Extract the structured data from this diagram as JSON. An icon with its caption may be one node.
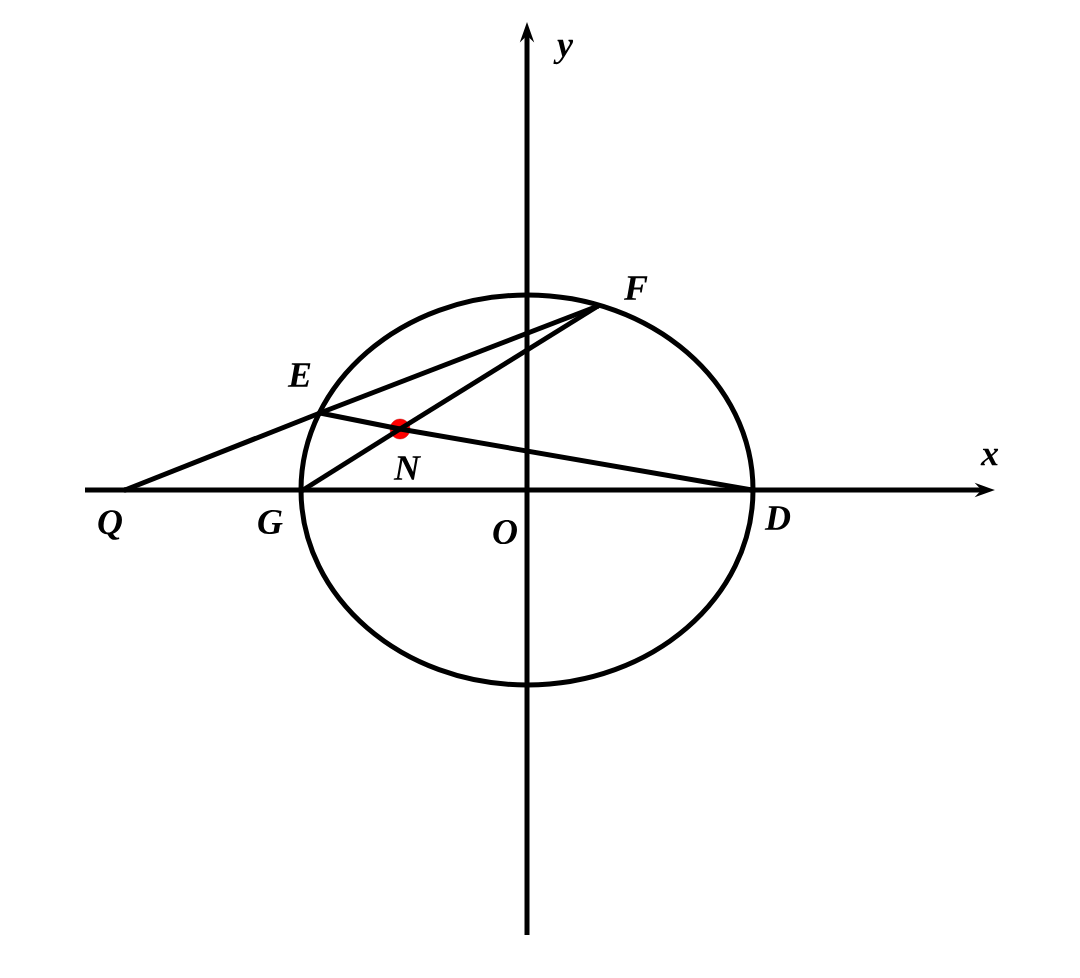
{
  "diagram": {
    "nodes": [
      {
        "text": [
          "Q"
        ]
      },
      {
        "text": [
          "G"
        ]
      },
      {
        "text": [
          "E"
        ]
      },
      {
        "text": [
          "N"
        ]
      },
      {
        "text": [
          "F"
        ]
      },
      {
        "text": [
          "D"
        ]
      }
    ],
    "edges": [
      {
        "from": 0,
        "to": 2,
        "arrow": "none"
      },
      {
        "from": 2,
        "to": 4,
        "arrow": "none"
      },
      {
        "from": 2,
        "to": 3,
        "arrow": "none"
      },
      {
        "from": 3,
        "to": 5,
        "arrow": "none"
      },
      {
        "from": 1,
        "to": 3,
        "arrow": "none"
      },
      {
        "from": 3,
        "to": 4,
        "arrow": "none"
      }
    ],
    "labels": [
      "y",
      "x",
      "O"
    ]
  }
}
